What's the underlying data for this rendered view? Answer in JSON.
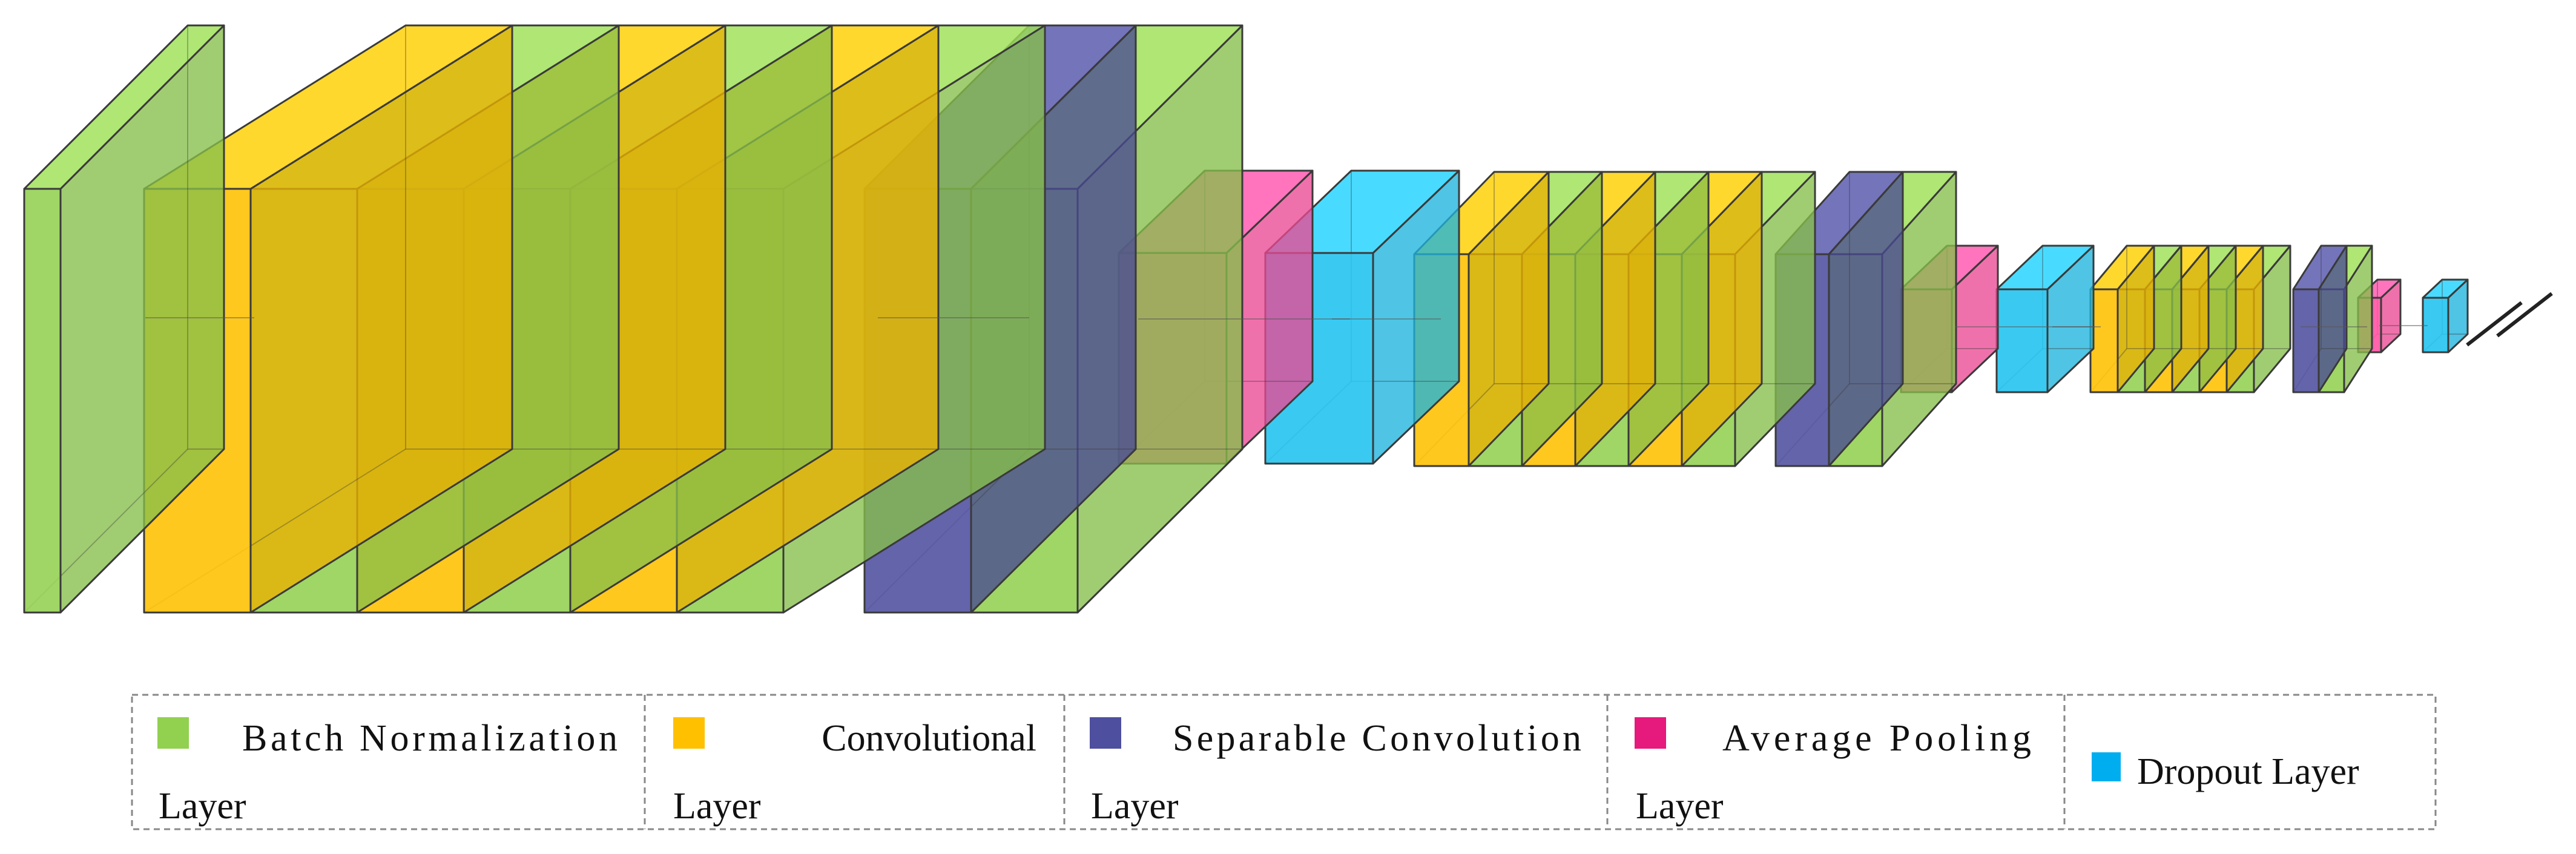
{
  "colors": {
    "batch_normalization": "#92d050",
    "convolutional": "#ffc000",
    "separable_convolution": "#4f4f9f",
    "average_pooling": "#ff4fa0",
    "dropout": "#1fc3ef",
    "legend_pooling_swatch": "#e6197d",
    "legend_dropout_swatch": "#00aeef",
    "outline": "#3a3a3a",
    "legend_border": "#888888"
  },
  "layer_sequence": [
    "batch_normalization",
    "convolutional",
    "batch_normalization",
    "convolutional",
    "batch_normalization",
    "convolutional",
    "batch_normalization",
    "separable_convolution",
    "batch_normalization",
    "average_pooling",
    "dropout",
    "convolutional",
    "batch_normalization",
    "convolutional",
    "batch_normalization",
    "convolutional",
    "batch_normalization",
    "separable_convolution",
    "batch_normalization",
    "average_pooling",
    "dropout",
    "convolutional",
    "batch_normalization",
    "convolutional",
    "batch_normalization",
    "convolutional",
    "batch_normalization",
    "separable_convolution",
    "batch_normalization",
    "average_pooling",
    "dropout"
  ],
  "legend": {
    "batch_normalization": {
      "label_line1": "Batch Normalization",
      "label_line2": "Layer",
      "icon": "green-square-swatch"
    },
    "convolutional": {
      "label_line1": "Convolutional",
      "label_line2": "Layer",
      "icon": "orange-square-swatch"
    },
    "separable_convolution": {
      "label_line1": "Separable Convolution",
      "label_line2": "Layer",
      "icon": "purple-square-swatch"
    },
    "average_pooling": {
      "label_line1": "Average Pooling",
      "label_line2": "Layer",
      "icon": "pink-square-swatch"
    },
    "dropout": {
      "label": "Dropout Layer",
      "icon": "blue-square-swatch"
    }
  }
}
